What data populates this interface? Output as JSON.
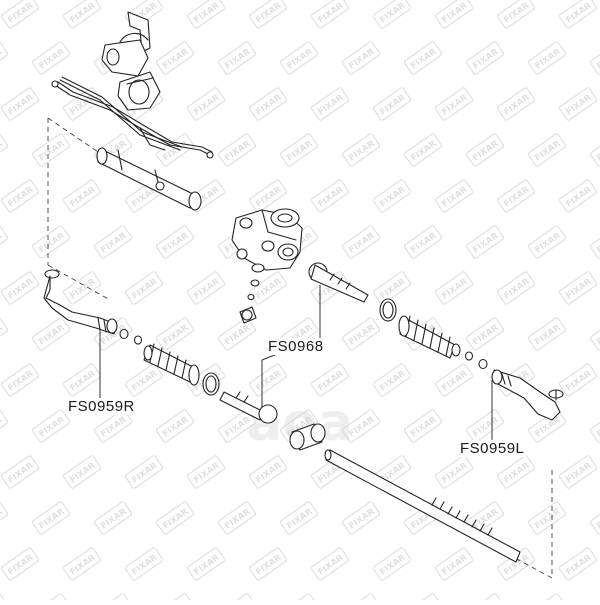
{
  "watermark": {
    "brand": "FIXAR",
    "tile_color": "#e0e0e0",
    "center_logo_text": "aoa"
  },
  "callouts": [
    {
      "id": "fs0968",
      "text": "FS0968"
    },
    {
      "id": "fs0959r",
      "text": "FS0959R"
    },
    {
      "id": "fs0959l",
      "text": "FS0959L"
    }
  ],
  "colors": {
    "line": "#222222",
    "leader": "#333333"
  }
}
